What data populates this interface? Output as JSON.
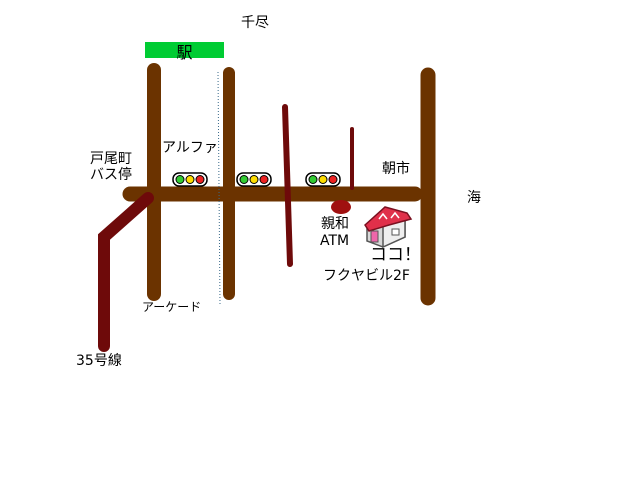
{
  "labels": {
    "station": "駅",
    "senjin": "千尽",
    "bus_stop_line1": "戸尾町",
    "bus_stop_line2": "バス停",
    "alpha": "アルファ",
    "asaichi": "朝市",
    "sea": "海",
    "shinwa_line1": "親和",
    "shinwa_line2": "ATM",
    "here": "ココ！",
    "building": "フクヤビル2F",
    "arcade": "アーケード",
    "route35": "35号線"
  },
  "colors": {
    "road": "#6b3300",
    "route_line": "#6e0a0a",
    "station": "#00cc33",
    "atm_marker": "#a01010",
    "roof": "#e0304a",
    "house_wall": "#d8d8d8"
  },
  "traffic_lights": 3,
  "icons": [
    "traffic-light-icon",
    "house-icon",
    "atm-marker-icon"
  ]
}
